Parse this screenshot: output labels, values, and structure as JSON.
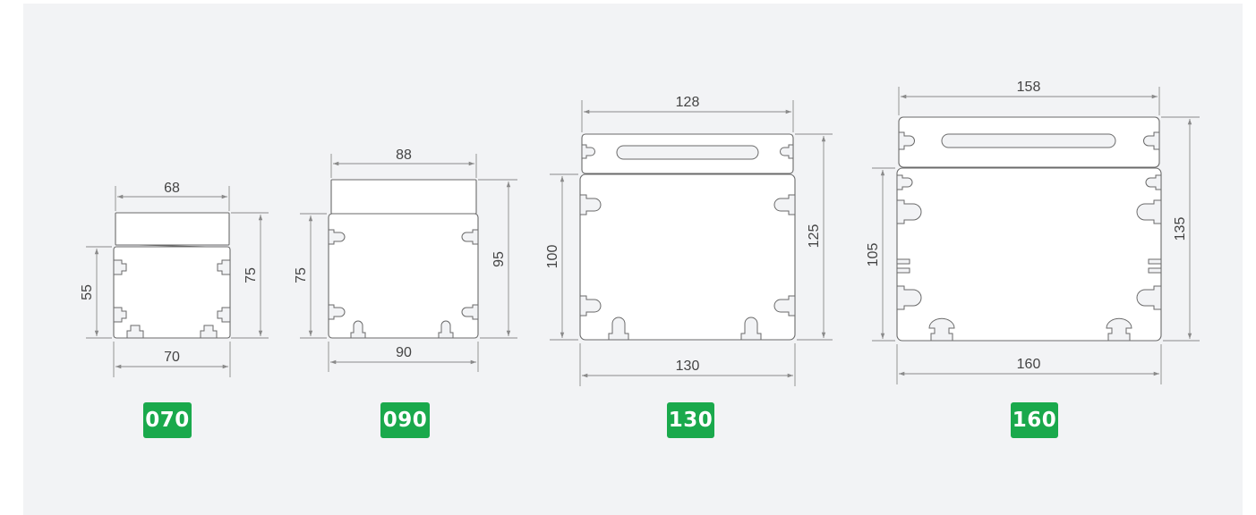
{
  "colors": {
    "badge": "#1aa94c",
    "panel": "#f2f3f5",
    "line": "#6a6a6a"
  },
  "models": [
    {
      "label": "070",
      "cover_width": "68",
      "body_width": "70",
      "body_height": "55",
      "total_height": "75"
    },
    {
      "label": "090",
      "cover_width": "88",
      "body_width": "90",
      "body_height": "75",
      "total_height": "95"
    },
    {
      "label": "130",
      "cover_width": "128",
      "body_width": "130",
      "body_height": "100",
      "total_height": "125"
    },
    {
      "label": "160",
      "cover_width": "158",
      "body_width": "160",
      "body_height": "105",
      "total_height": "135"
    }
  ]
}
